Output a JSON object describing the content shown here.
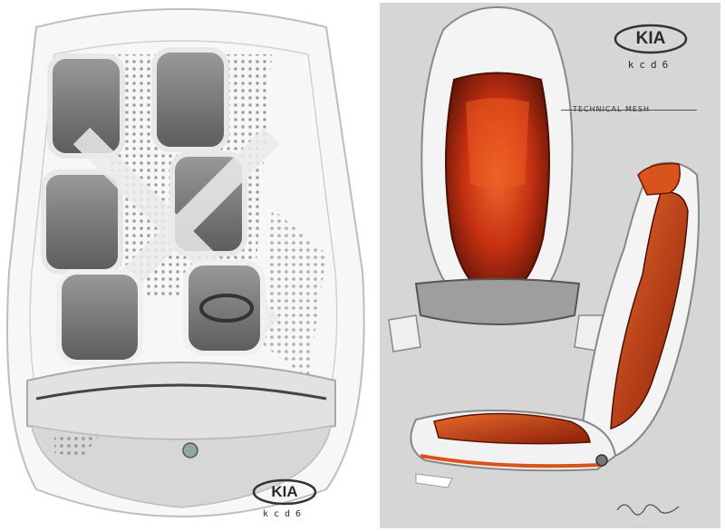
{
  "left_panel": {
    "logo_text": "KIA",
    "model_text": "kcd6"
  },
  "right_panel": {
    "logo_text": "KIA",
    "model_text": "kcd6",
    "annotation": "TECHNICAL MESH",
    "signature": "signature"
  },
  "colors": {
    "seat_orange": "#d9541c",
    "seat_red": "#b8280f",
    "seat_white": "#f4f4f4",
    "seat_grey": "#6e6e6e",
    "background_grey": "#d6d6d6"
  }
}
